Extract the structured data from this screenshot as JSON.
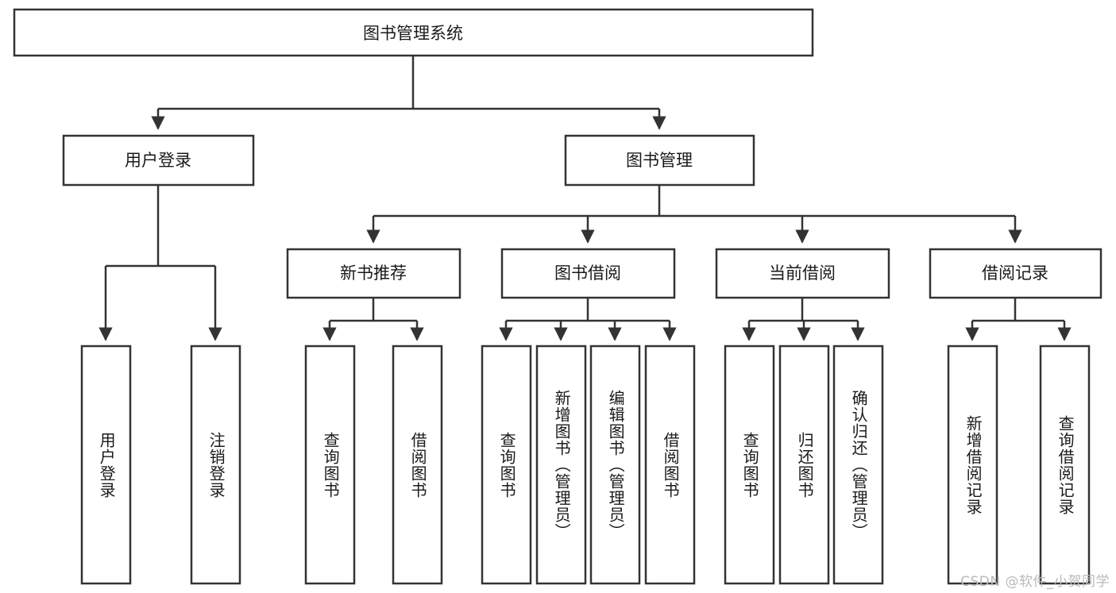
{
  "diagram": {
    "type": "tree-hierarchy",
    "title": "图书管理系统",
    "watermark": "CSDN @软件_小贺同学",
    "colors": {
      "stroke": "#333333",
      "box_fill": "#ffffff",
      "text": "#1a1a1a",
      "background": "#ffffff",
      "watermark": "#b9b9b9"
    },
    "root": {
      "label": "图书管理系统"
    },
    "level2": [
      {
        "label": "用户登录"
      },
      {
        "label": "图书管理"
      }
    ],
    "level3": [
      {
        "label": "新书推荐"
      },
      {
        "label": "图书借阅"
      },
      {
        "label": "当前借阅"
      },
      {
        "label": "借阅记录"
      }
    ],
    "leaves": {
      "user_login": [
        {
          "label": "用户登录"
        },
        {
          "label": "注销登录"
        }
      ],
      "new_book_recommend": [
        {
          "label": "查询图书"
        },
        {
          "label": "借阅图书"
        }
      ],
      "book_borrow": [
        {
          "label": "查询图书"
        },
        {
          "label": "新增图书（管理员）"
        },
        {
          "label": "编辑图书（管理员）"
        },
        {
          "label": "借阅图书"
        }
      ],
      "current_borrow": [
        {
          "label": "查询图书"
        },
        {
          "label": "归还图书"
        },
        {
          "label": "确认归还（管理员）"
        }
      ],
      "borrow_record": [
        {
          "label": "新增借阅记录"
        },
        {
          "label": "查询借阅记录"
        }
      ]
    }
  }
}
